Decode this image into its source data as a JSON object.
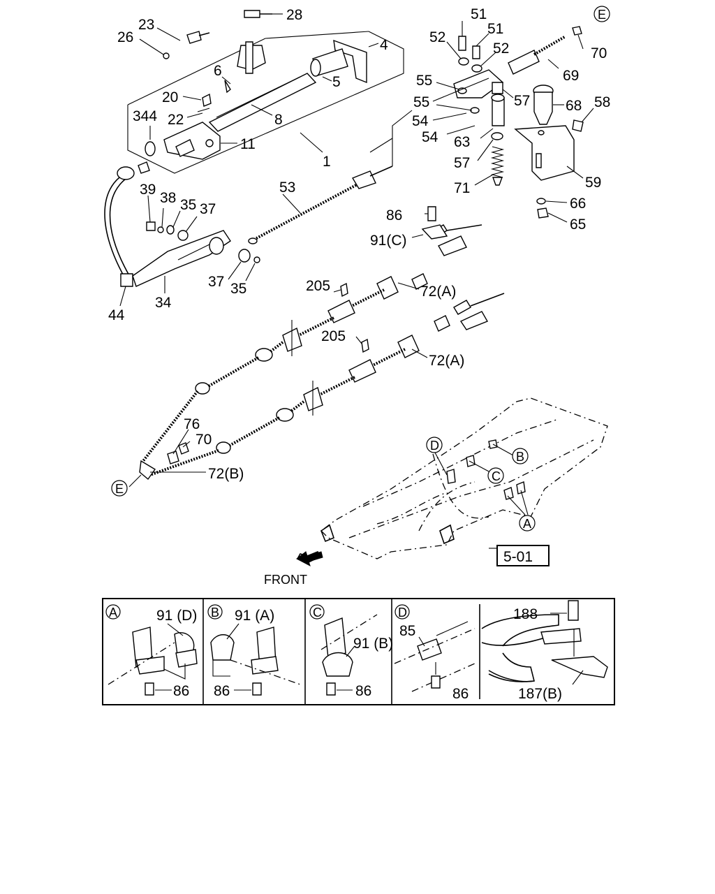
{
  "callouts": {
    "n28": "28",
    "n23": "23",
    "n26": "26",
    "n4": "4",
    "n6": "6",
    "n5": "5",
    "n20": "20",
    "n344": "344",
    "n22": "22",
    "n8": "8",
    "n11": "11",
    "n1": "1",
    "n39": "39",
    "n38": "38",
    "n35a": "35",
    "n37a": "37",
    "n53": "53",
    "n37b": "37",
    "n35b": "35",
    "n34": "34",
    "n44": "44",
    "n51a": "51",
    "n51b": "51",
    "n52a": "52",
    "n52b": "52",
    "n55a": "55",
    "n55b": "55",
    "n54a": "54",
    "n54b": "54",
    "n57a": "57",
    "n63": "63",
    "n57b": "57",
    "n71": "71",
    "n69": "69",
    "n70a": "70",
    "n68": "68",
    "n58": "58",
    "n59": "59",
    "n66": "66",
    "n65": "65",
    "n86a": "86",
    "n91c": "91(C)",
    "n205a": "205",
    "n72a1": "72(A)",
    "n205b": "205",
    "n72a2": "72(A)",
    "n76": "76",
    "n70b": "70",
    "n72b": "72(B)"
  },
  "circles": {
    "E": "E",
    "A": "A",
    "B": "B",
    "C": "C",
    "D": "D"
  },
  "ref_box": "5-01",
  "front_label": "FRONT",
  "details": {
    "A": {
      "tag": "A",
      "clip": "91 (D)",
      "bolt": "86"
    },
    "B": {
      "tag": "B",
      "clip": "91 (A)",
      "bolt": "86"
    },
    "C": {
      "tag": "C",
      "clip": "91 (B)",
      "bolt": "86"
    },
    "D": {
      "tag": "D",
      "part": "85",
      "bolt": "86"
    },
    "E": {
      "bolt": "188",
      "bracket": "187(B)"
    }
  }
}
